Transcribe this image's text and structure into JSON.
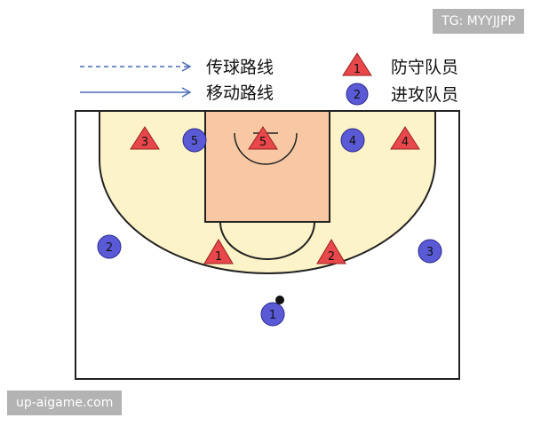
{
  "watermark_top": "TG: MYYJJPP",
  "watermark_bottom": "up-aigame.com",
  "legend": {
    "pass_line": "传球路线",
    "move_line": "移动路线",
    "defender": "防守队员",
    "attacker": "进攻队员",
    "defender_number": "1",
    "attacker_number": "2"
  },
  "colors": {
    "court_fill": "#fdf3c8",
    "paint_fill": "#f7c8a3",
    "line": "#222222",
    "defender_fill": "#e8484b",
    "attacker_fill": "#5a5ad6",
    "arrow": "#4a6bb5"
  },
  "defenders": [
    {
      "id": "d1",
      "number": "1"
    },
    {
      "id": "d2",
      "number": "2"
    },
    {
      "id": "d3",
      "number": "3"
    },
    {
      "id": "d4",
      "number": "4"
    },
    {
      "id": "d5",
      "number": "5"
    }
  ],
  "attackers": [
    {
      "id": "a1",
      "number": "1",
      "has_ball": true
    },
    {
      "id": "a2",
      "number": "2"
    },
    {
      "id": "a3",
      "number": "3"
    },
    {
      "id": "a4",
      "number": "4"
    },
    {
      "id": "a5",
      "number": "5"
    }
  ]
}
